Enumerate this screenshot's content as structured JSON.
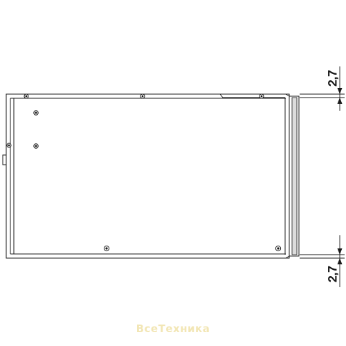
{
  "drawing": {
    "dimension_top": "2,7",
    "dimension_bottom": "2,7"
  },
  "watermark": {
    "text": "ВсеТехника"
  },
  "colors": {
    "line": "#1a1a1a",
    "shading": "#dcdcdc",
    "background": "#ffffff"
  }
}
